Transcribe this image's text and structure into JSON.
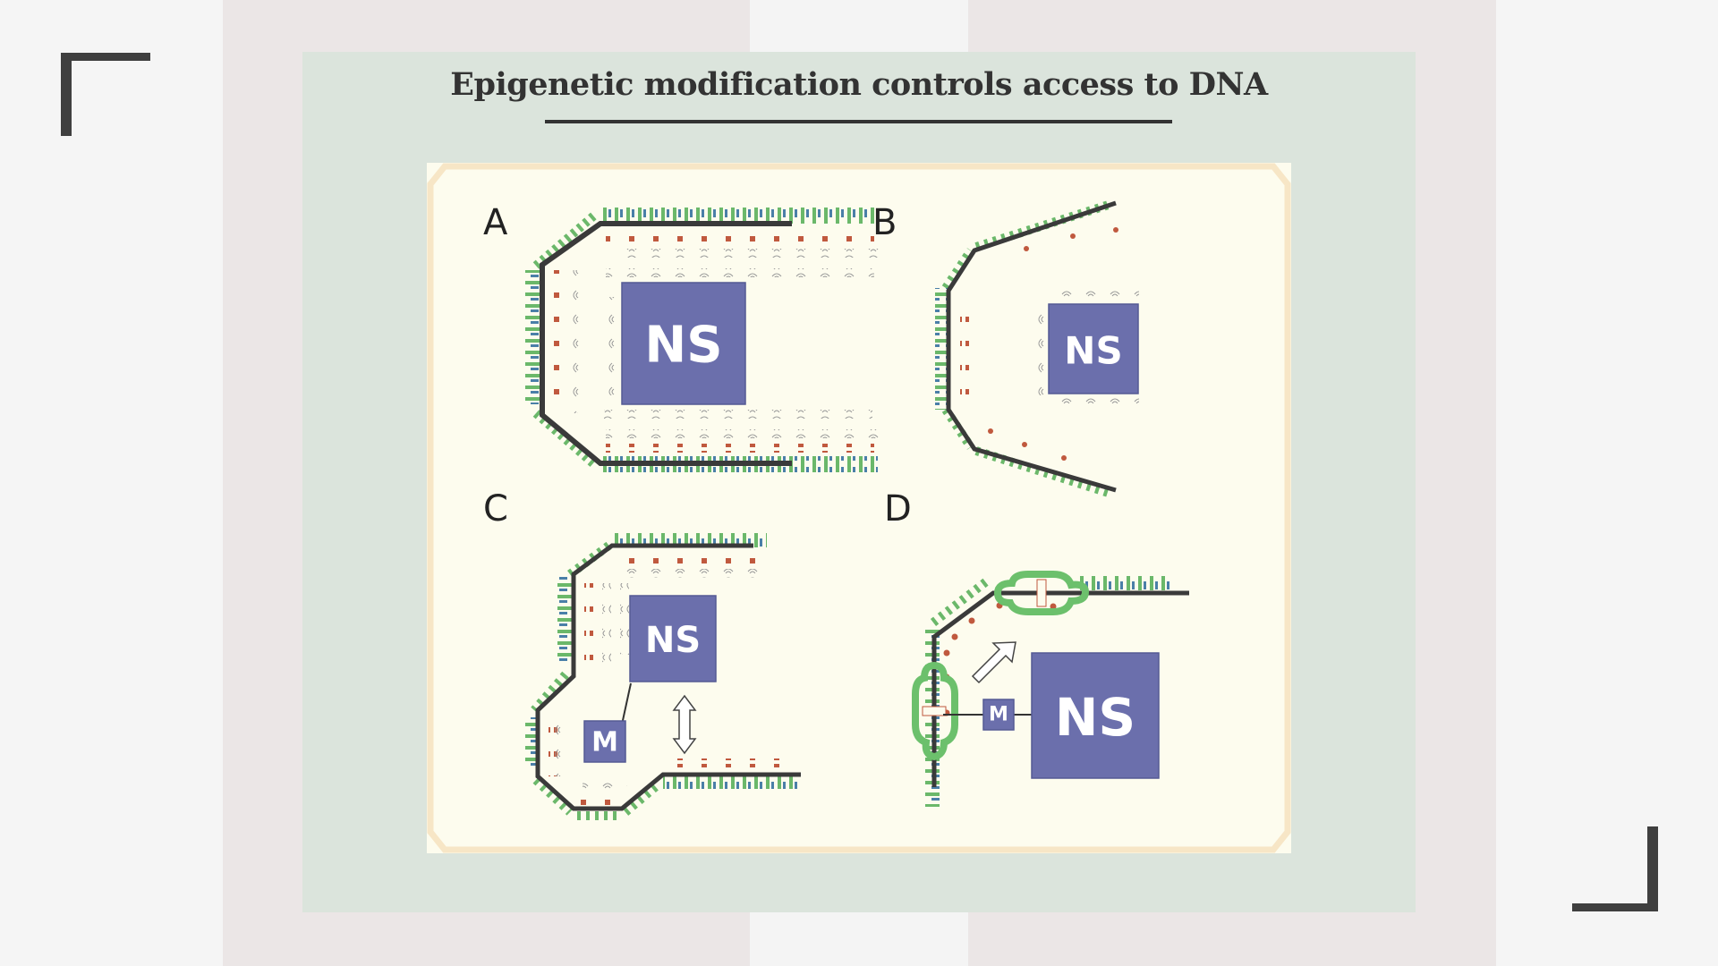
{
  "slide": {
    "title": "Epigenetic modification controls access to DNA"
  },
  "figure": {
    "panels": [
      {
        "letter": "A",
        "boxes": [
          {
            "label": "NS"
          }
        ]
      },
      {
        "letter": "B",
        "boxes": [
          {
            "label": "NS"
          }
        ]
      },
      {
        "letter": "C",
        "boxes": [
          {
            "label": "NS"
          },
          {
            "label": "M"
          }
        ]
      },
      {
        "letter": "D",
        "boxes": [
          {
            "label": "NS"
          },
          {
            "label": "M"
          }
        ]
      }
    ]
  },
  "colors": {
    "background": "#f5f5f5",
    "side_band": "#ebe6e6",
    "panel": "#dbe4dc",
    "figure_background": "#fdfcee",
    "figure_border": "#f7e6c6",
    "box_fill": "#6b6fac",
    "dna_strand": "#3a3a3a",
    "histone_tail_green": "#6bb86a",
    "histone_tail_blue": "#4a7fa8",
    "methyl_mark": "#c0593e",
    "protein_ring": "#6cc06c",
    "title_text": "#333333"
  },
  "icons": {
    "arrows": [
      "double-headed-arrow-icon",
      "diagonal-arrow-icon"
    ]
  }
}
